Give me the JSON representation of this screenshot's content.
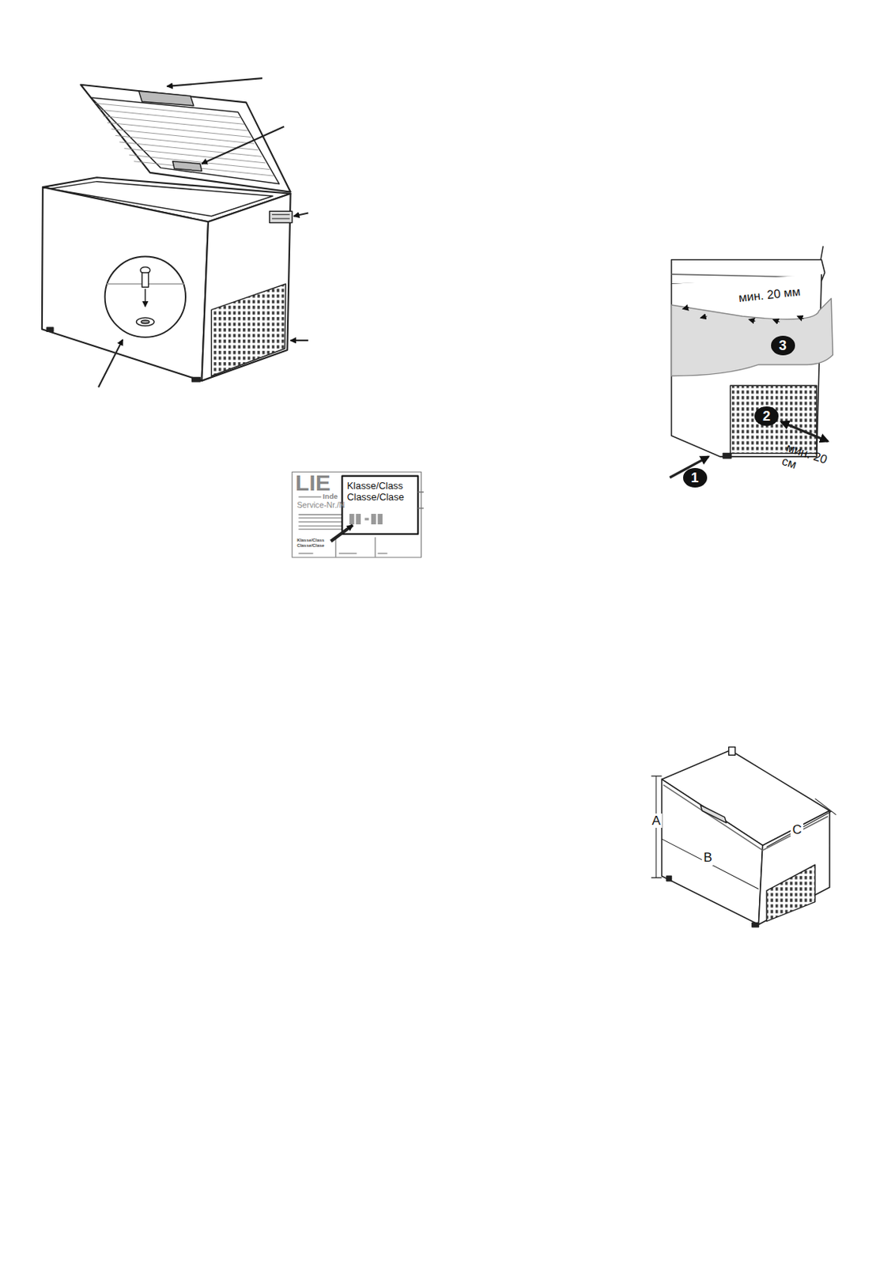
{
  "diagram": {
    "labels": [
      "LIE",
      "Inde",
      "Service-Nr./N",
      "Klasse/Class Classe/Clase",
      "Klasse/Class Classe/Clase",
      "мин. 20 мм",
      "3",
      "2",
      "мин. 20 см",
      "1",
      "A",
      "B",
      "C"
    ]
  }
}
